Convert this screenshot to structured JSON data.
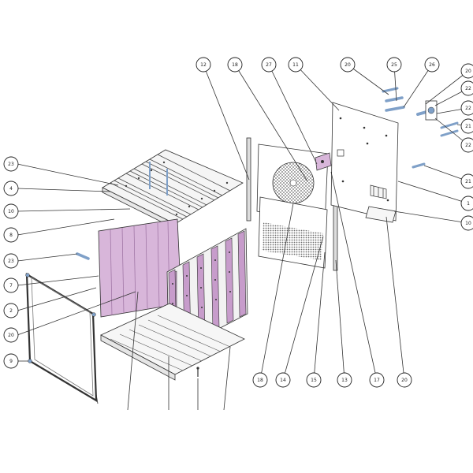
{
  "diagram": {
    "type": "exploded-assembly",
    "colors": {
      "line": "#333333",
      "panel_purple": "#d8b6da",
      "panel_purple_dark": "#c79ccb",
      "wood": "#f4f4f4",
      "hardware_blue": "#7fa0c8",
      "mesh": "#6b6b6b"
    },
    "callouts": [
      {
        "id": "c-left-23a",
        "label": "23"
      },
      {
        "id": "c-left-4",
        "label": "4"
      },
      {
        "id": "c-left-10",
        "label": "10"
      },
      {
        "id": "c-left-8",
        "label": "8"
      },
      {
        "id": "c-left-23b",
        "label": "23"
      },
      {
        "id": "c-left-7",
        "label": "7"
      },
      {
        "id": "c-left-2",
        "label": "2"
      },
      {
        "id": "c-left-20",
        "label": "20"
      },
      {
        "id": "c-left-9",
        "label": "9"
      },
      {
        "id": "c-top-12",
        "label": "12"
      },
      {
        "id": "c-top-18",
        "label": "18"
      },
      {
        "id": "c-top-27",
        "label": "27"
      },
      {
        "id": "c-top-11",
        "label": "11"
      },
      {
        "id": "c-top-20",
        "label": "20"
      },
      {
        "id": "c-top-25",
        "label": "25"
      },
      {
        "id": "c-top-26",
        "label": "26"
      },
      {
        "id": "c-right-20",
        "label": "20"
      },
      {
        "id": "c-right-22a",
        "label": "22"
      },
      {
        "id": "c-right-22b",
        "label": "22"
      },
      {
        "id": "c-right-21a",
        "label": "21"
      },
      {
        "id": "c-right-22c",
        "label": "22"
      },
      {
        "id": "c-right-21b",
        "label": "21"
      },
      {
        "id": "c-right-1",
        "label": "1"
      },
      {
        "id": "c-right-10",
        "label": "10"
      },
      {
        "id": "c-bottom-18",
        "label": "18"
      },
      {
        "id": "c-bottom-14",
        "label": "14"
      },
      {
        "id": "c-bottom-15",
        "label": "15"
      },
      {
        "id": "c-bottom-13",
        "label": "13"
      },
      {
        "id": "c-bottom-17",
        "label": "17"
      },
      {
        "id": "c-bottom-20",
        "label": "20"
      }
    ]
  }
}
